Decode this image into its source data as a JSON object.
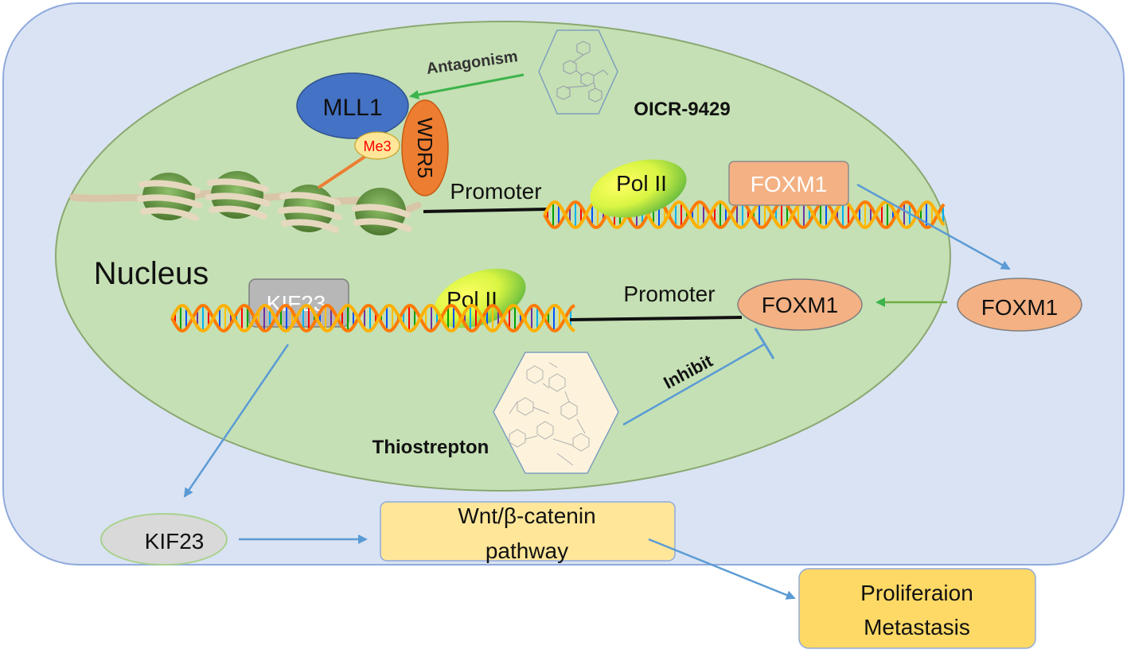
{
  "labels": {
    "antagonism": "Antagonism",
    "oicr": "OICR-9429",
    "mll1": "MLL1",
    "me3": "Me3",
    "wdr5": "WDR5",
    "promoter_top": "Promoter",
    "polii_top": "Pol II",
    "foxm1_gene": "FOXM1",
    "nucleus": "Nucleus",
    "kif23_gene": "KIF23",
    "polii_bottom": "Pol II",
    "promoter_bottom": "Promoter",
    "foxm1_nuclear": "FOXM1",
    "foxm1_cyto": "FOXM1",
    "inhibit": "Inhibit",
    "thiostrepton": "Thiostrepton",
    "kif23_protein": "KIF23",
    "wnt_line1": "Wnt/β-catenin",
    "wnt_line2": "pathway",
    "outcome_line1": "Proliferaion",
    "outcome_line2": "Metastasis"
  },
  "colors": {
    "cell_fill": "#dae3f3",
    "cell_stroke": "#8faadc",
    "nucleus_fill": "#c5e0b4",
    "nucleus_stroke": "#8aa870",
    "mll1": "#4472c4",
    "wdr5": "#ed7d31",
    "foxm1": "#f4b183",
    "kif23_protein": "#d9d9d9",
    "wnt_box": "#ffe699",
    "outcome_box": "#ffd966",
    "arrow_blue": "#5b9bd5",
    "arrow_green": "#3cb44b",
    "polii_yellow": "#ffff00",
    "polii_green": "#92d050"
  }
}
